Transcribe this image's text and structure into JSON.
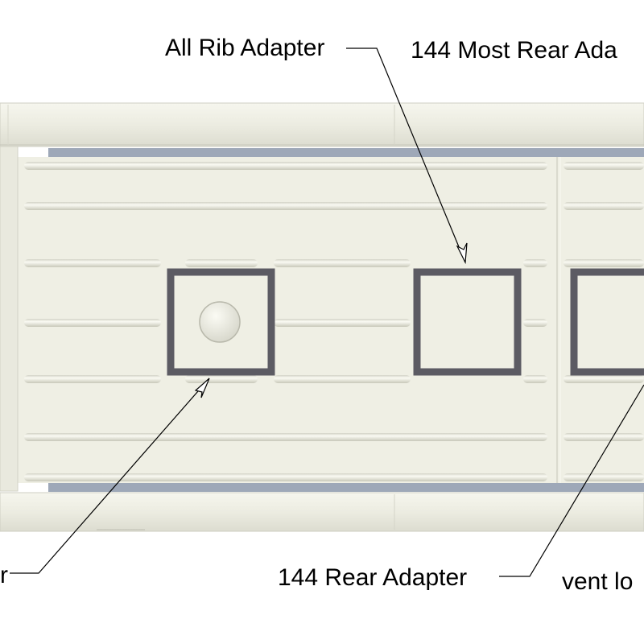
{
  "labels": {
    "all_rib_adapter": "All Rib Adapter",
    "most_rear_adapter": "144 Most Rear Ada",
    "left_adapter_fragment": "r",
    "rear_adapter": "144 Rear Adapter",
    "vent_fragment": "vent lo"
  },
  "colors": {
    "panel_body": "#efefe4",
    "panel_shadow": "#c9c9bd",
    "rib_highlight": "#fbfbf4",
    "blue_strip": "#9ea8b8",
    "adapter_frame": "#5c5b63",
    "leader_line": "#000000"
  }
}
